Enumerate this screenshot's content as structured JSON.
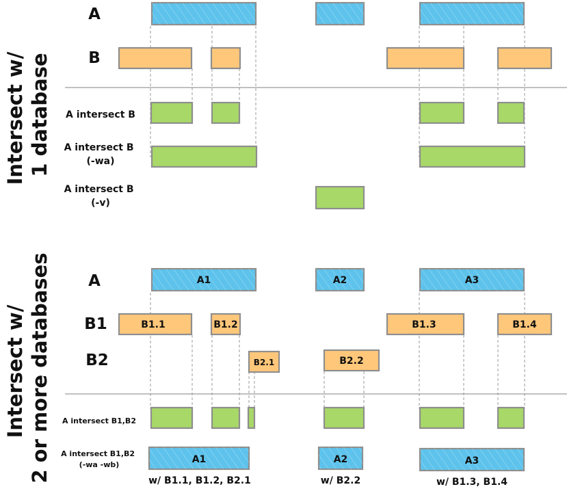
{
  "colors": {
    "blue": "#5ec3ec",
    "orange": "#ffc77a",
    "green": "#a8d868",
    "border": "#8e8e8e"
  },
  "top": {
    "side_label": [
      "Intersect w/",
      "1 database"
    ],
    "row_labels": {
      "a": "A",
      "b": "B",
      "ab": "A intersect B",
      "ab_wa": [
        "A intersect B",
        "(-wa)"
      ],
      "ab_v": [
        "A intersect B",
        "(-v)"
      ]
    }
  },
  "bottom": {
    "side_label": [
      "Intersect w/",
      "2 or more databases"
    ],
    "row_labels": {
      "a": "A",
      "b1": "B1",
      "b2": "B2",
      "ab": "A intersect B1,B2",
      "ab_wawb": [
        "A intersect B1,B2",
        "(-wa -wb)"
      ]
    },
    "bar_labels": {
      "a1": "A1",
      "a2": "A2",
      "a3": "A3",
      "b11": "B1.1",
      "b12": "B1.2",
      "b13": "B1.3",
      "b14": "B1.4",
      "b21": "B2.1",
      "b22": "B2.2",
      "r_a1": "A1",
      "r_a2": "A2",
      "r_a3": "A3"
    },
    "captions": {
      "c1": "w/ B1.1, B1.2, B2.1",
      "c2": "w/ B2.2",
      "c3": "w/ B1.3, B1.4"
    }
  }
}
